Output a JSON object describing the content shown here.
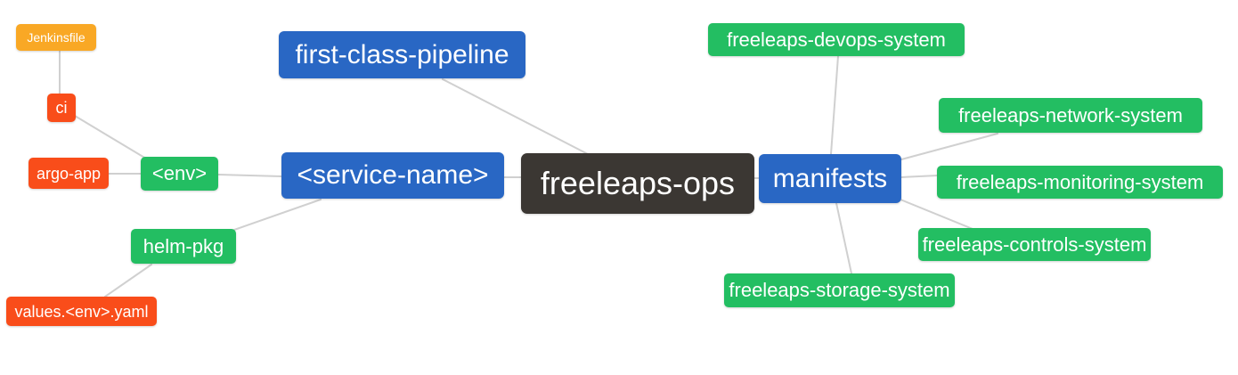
{
  "diagram": {
    "type": "mindmap",
    "root": "freeleaps_ops",
    "line_color": "#D0D0D0",
    "background_color": "#FFFFFF",
    "text_color": "#FFFFFF"
  },
  "palette": {
    "orange": "#F9A825",
    "red": "#F94D1A",
    "green": "#23BE62",
    "blue": "#2967C4",
    "dark": "#3B3733"
  },
  "nodes": {
    "jenkinsfile": {
      "label": "Jenkinsfile",
      "color": "#F9A825"
    },
    "ci": {
      "label": "ci",
      "color": "#F94D1A"
    },
    "argo_app": {
      "label": "argo-app",
      "color": "#F94D1A"
    },
    "env": {
      "label": "<env>",
      "color": "#23BE62"
    },
    "helm_pkg": {
      "label": "helm-pkg",
      "color": "#23BE62"
    },
    "values_env_yaml": {
      "label": "values.<env>.yaml",
      "color": "#F94D1A"
    },
    "first_class_pipeline": {
      "label": "first-class-pipeline",
      "color": "#2967C4"
    },
    "service_name": {
      "label": "<service-name>",
      "color": "#2967C4"
    },
    "freeleaps_ops": {
      "label": "freeleaps-ops",
      "color": "#3B3733"
    },
    "manifests": {
      "label": "manifests",
      "color": "#2967C4"
    },
    "devops_system": {
      "label": "freeleaps-devops-system",
      "color": "#23BE62"
    },
    "network_system": {
      "label": "freeleaps-network-system",
      "color": "#23BE62"
    },
    "monitoring_system": {
      "label": "freeleaps-monitoring-system",
      "color": "#23BE62"
    },
    "controls_system": {
      "label": "freeleaps-controls-system",
      "color": "#23BE62"
    },
    "storage_system": {
      "label": "freeleaps-storage-system",
      "color": "#23BE62"
    }
  },
  "edges": [
    {
      "from": "jenkinsfile",
      "to": "ci"
    },
    {
      "from": "ci",
      "to": "env"
    },
    {
      "from": "argo_app",
      "to": "env"
    },
    {
      "from": "env",
      "to": "service_name"
    },
    {
      "from": "helm_pkg",
      "to": "service_name"
    },
    {
      "from": "values_env_yaml",
      "to": "helm_pkg"
    },
    {
      "from": "first_class_pipeline",
      "to": "freeleaps_ops"
    },
    {
      "from": "service_name",
      "to": "freeleaps_ops"
    },
    {
      "from": "freeleaps_ops",
      "to": "manifests"
    },
    {
      "from": "manifests",
      "to": "devops_system"
    },
    {
      "from": "manifests",
      "to": "network_system"
    },
    {
      "from": "manifests",
      "to": "monitoring_system"
    },
    {
      "from": "manifests",
      "to": "controls_system"
    },
    {
      "from": "manifests",
      "to": "storage_system"
    }
  ]
}
